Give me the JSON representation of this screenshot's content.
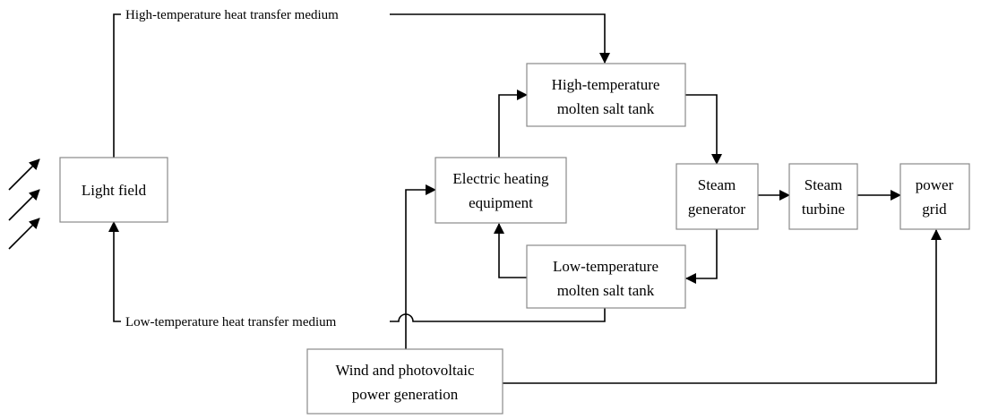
{
  "nodes": {
    "light_field": "Light field",
    "ht_tank": [
      "High-temperature",
      "molten salt tank"
    ],
    "lt_tank": [
      "Low-temperature",
      "molten salt tank"
    ],
    "heater": [
      "Electric heating",
      "equipment"
    ],
    "steam_gen": [
      "Steam",
      "generator"
    ],
    "steam_turbine": [
      "Steam",
      "turbine"
    ],
    "power_grid": [
      "power",
      "grid"
    ],
    "renewables": [
      "Wind and photovoltaic",
      "power generation"
    ]
  },
  "edges": {
    "ht_medium": "High-temperature heat transfer medium",
    "lt_medium": "Low-temperature heat transfer medium"
  }
}
